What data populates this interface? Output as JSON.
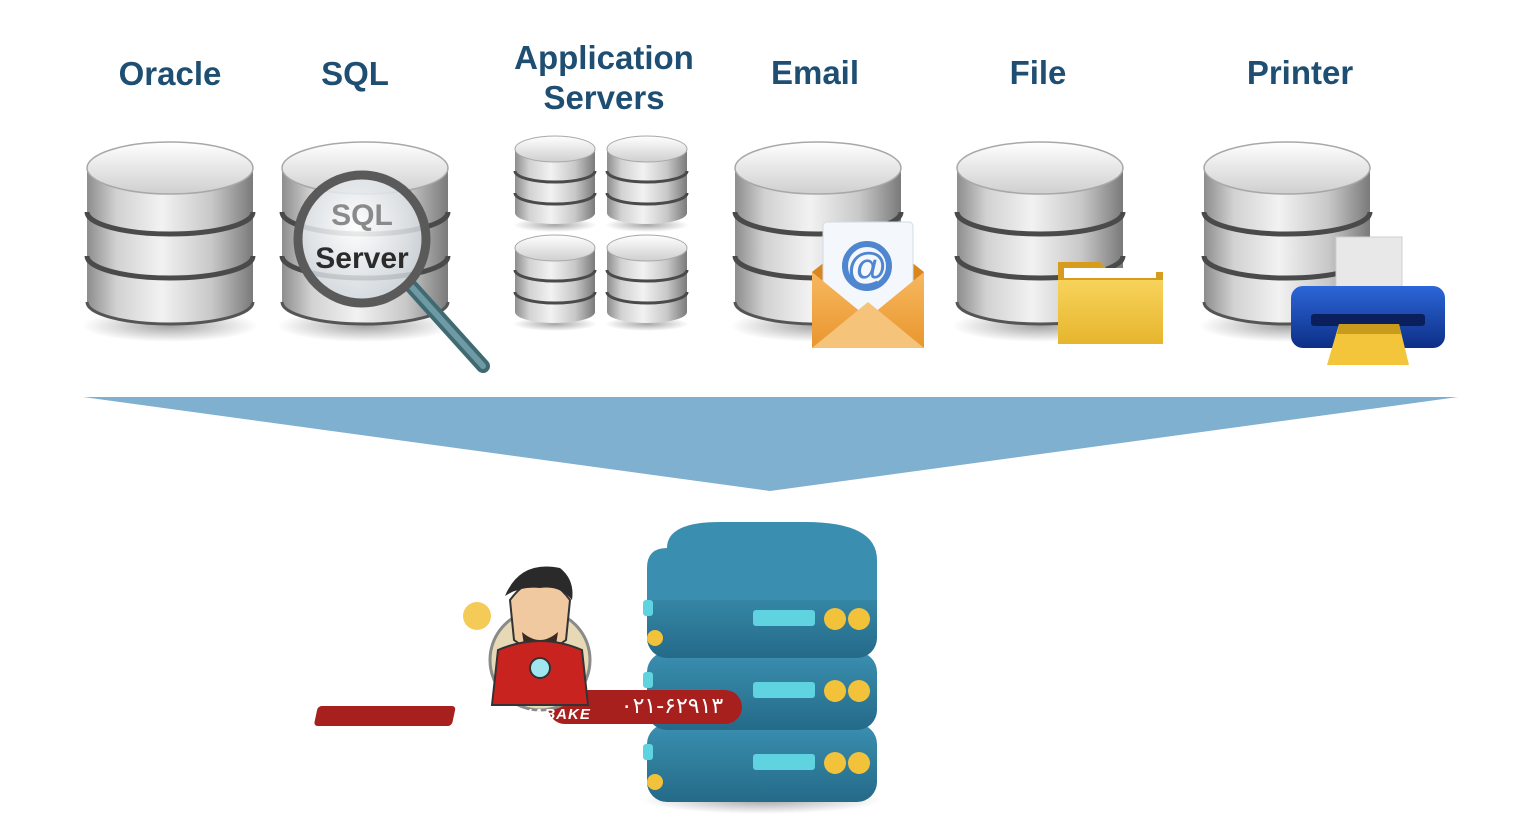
{
  "labels": {
    "oracle": "Oracle",
    "sql": "SQL",
    "application_servers": "Application Servers",
    "email": "Email",
    "file": "File",
    "printer": "Printer"
  },
  "sql_magnifier": {
    "line1": "SQL",
    "line2": "Server"
  },
  "email_symbol": "@",
  "watermark": {
    "brand": "MR SHABAKE",
    "phone": "۰۲۱-۶۲۹۱۳"
  },
  "colors": {
    "label_text": "#1e4f73",
    "funnel": "#7fb0cf",
    "central_server": "#2f7e9f",
    "server_slot": "#5fd3e0",
    "server_lights": "#f2c23a",
    "watermark_bar": "#a8201e"
  },
  "icons": [
    "database-icon",
    "magnifier-icon",
    "envelope-icon",
    "folder-icon",
    "printer-icon",
    "server-stack-icon"
  ]
}
